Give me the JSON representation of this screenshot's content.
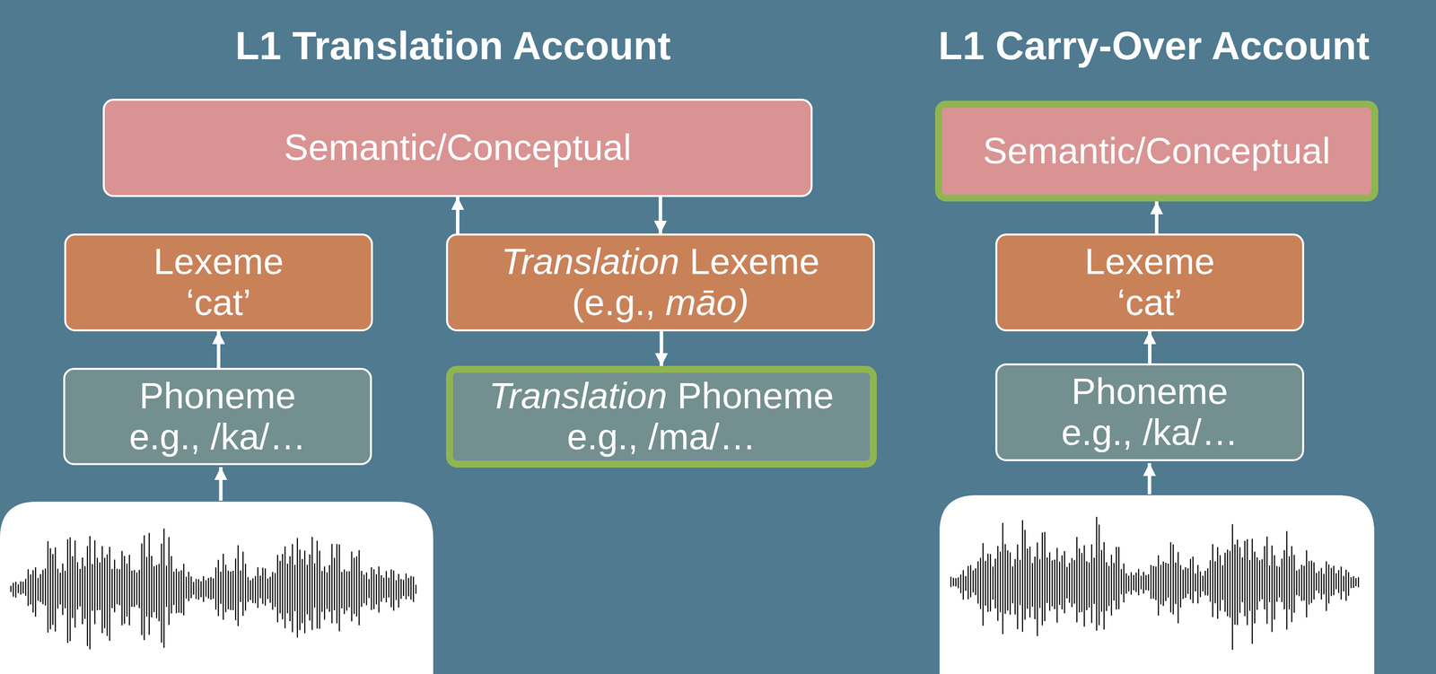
{
  "diagram": {
    "title": "L1 Translation Account",
    "nodes": [
      {
        "text": [
          "Semantic/Conceptual"
        ]
      },
      {
        "text": [
          "Lexeme",
          "‘cat’"
        ]
      },
      {
        "text": [
          "Phoneme",
          "e.g., /ka/…"
        ]
      },
      {
        "text": [
          "Translation Lexeme",
          "(e.g., māo)"
        ]
      },
      {
        "text": [
          "Translation Phoneme",
          "e.g., /ma/…"
        ]
      },
      {
        "text": [
          "Semantic/Conceptual"
        ]
      },
      {
        "text": [
          "Lexeme",
          "‘cat’"
        ]
      },
      {
        "text": [
          "Phoneme",
          "e.g., /ka/…"
        ]
      }
    ],
    "edges": [
      {
        "from": 2,
        "to": 1,
        "arrow": "to"
      },
      {
        "from": 1,
        "to": 0,
        "arrow": "to"
      },
      {
        "from": 0,
        "to": 3,
        "arrow": "to"
      },
      {
        "from": 3,
        "to": 4,
        "arrow": "to"
      },
      {
        "from": 7,
        "to": 6,
        "arrow": "to"
      },
      {
        "from": 6,
        "to": 5,
        "arrow": "to"
      }
    ],
    "labels": [
      "L1 Carry-Over Account"
    ]
  }
}
